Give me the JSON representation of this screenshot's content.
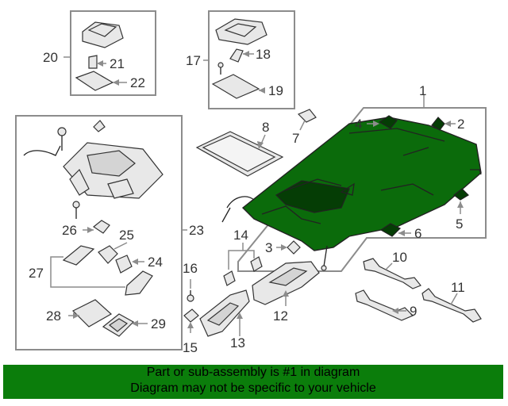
{
  "callouts": {
    "c1": "1",
    "c2": "2",
    "c3": "3",
    "c4": "4",
    "c5": "5",
    "c6": "6",
    "c7": "7",
    "c8": "8",
    "c9": "9",
    "c10": "10",
    "c11": "11",
    "c12": "12",
    "c13": "13",
    "c14": "14",
    "c15": "15",
    "c16": "16",
    "c17": "17",
    "c18": "18",
    "c19": "19",
    "c20": "20",
    "c21": "21",
    "c22": "22",
    "c23": "23",
    "c24": "24",
    "c25": "25",
    "c26": "26",
    "c27": "27",
    "c28": "28",
    "c29": "29"
  },
  "colors": {
    "highlight": "#0b6b0b",
    "banner": "#0b7d0b",
    "line": "#8c8c8c"
  },
  "footer": {
    "line1": "Part or sub-assembly is #1 in diagram",
    "line2": "Diagram may not be specific to your vehicle"
  }
}
